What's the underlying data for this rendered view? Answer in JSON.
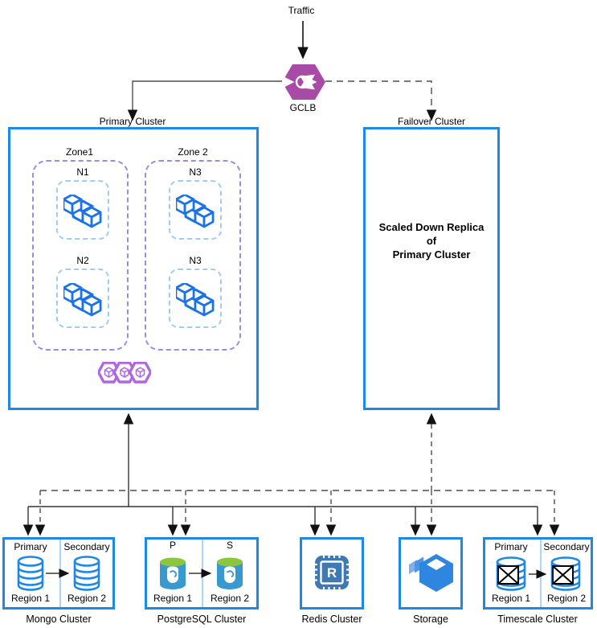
{
  "diagram": {
    "traffic": {
      "label": "Traffic"
    },
    "gclb": {
      "label": "GCLB"
    },
    "primary_cluster": {
      "label": "Primary Cluster",
      "zone1": {
        "label": "Zone1",
        "node_top": "N1",
        "node_bottom": "N2"
      },
      "zone2": {
        "label": "Zone 2",
        "node_top": "N3",
        "node_bottom": "N3"
      }
    },
    "failover_cluster": {
      "label": "Failover Cluster",
      "body_line1": "Scaled Down Replica",
      "body_line2": "of",
      "body_line3": "Primary Cluster"
    },
    "mongo": {
      "label": "Mongo Cluster",
      "left_role": "Primary",
      "right_role": "Secondary",
      "left_region": "Region 1",
      "right_region": "Region 2"
    },
    "postgres": {
      "label": "PostgreSQL Cluster",
      "left_role": "P",
      "right_role": "S",
      "left_region": "Region 1",
      "right_region": "Region 2"
    },
    "redis": {
      "label": "Redis Cluster",
      "chip_letter": "R"
    },
    "storage": {
      "label": "Storage"
    },
    "timescale": {
      "label": "Timescale Cluster",
      "left_role": "Primary",
      "right_role": "Secondary",
      "left_region": "Region 1",
      "right_region": "Region 2"
    },
    "colors": {
      "cluster_border": "#1e88e5",
      "zone_border": "#978ee3",
      "node_border": "#9fccf5",
      "cube_blue": "#1a73e8",
      "gclb_purple": "#a74ba7",
      "workload_purple": "#b066e0",
      "postgres_body": "#3899cf",
      "postgres_top": "#8cc63e",
      "redis_chip": "#3e79b4",
      "storage_blue": "#2e86e0"
    }
  }
}
